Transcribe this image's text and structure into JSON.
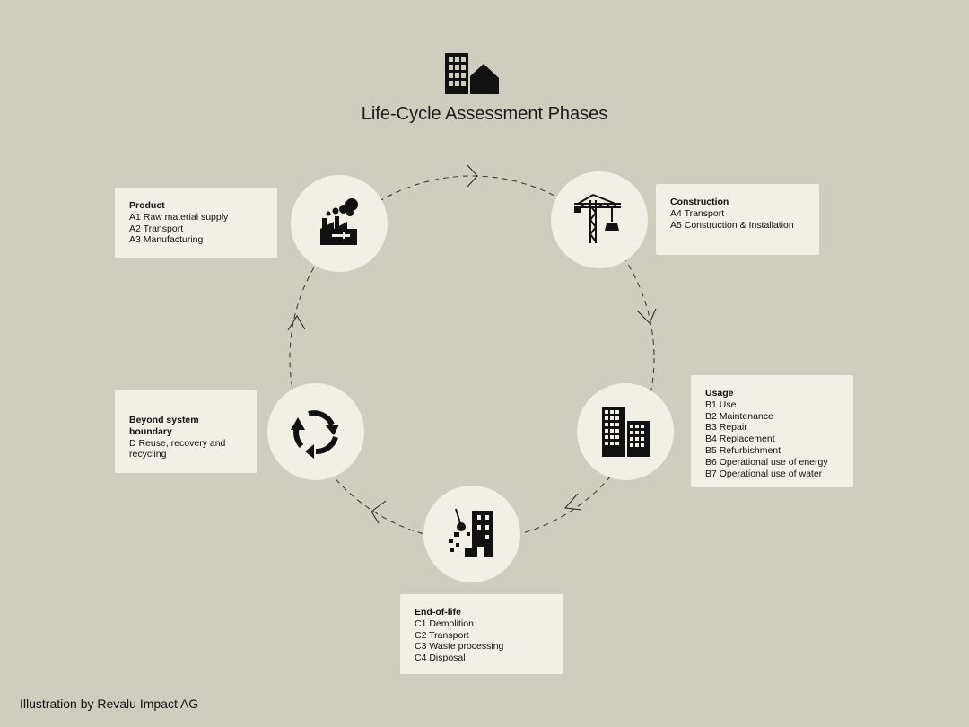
{
  "title": "Life-Cycle Assessment Phases",
  "credit": "Illustration by Revalu Impact AG",
  "phases": {
    "product": {
      "icon": "factory-icon",
      "heading": "Product",
      "lines": [
        "A1 Raw material supply",
        "A2 Transport",
        "A3 Manufacturing"
      ]
    },
    "construction": {
      "icon": "crane-icon",
      "heading": "Construction",
      "lines": [
        "A4 Transport",
        "A5 Construction & Installation"
      ]
    },
    "usage": {
      "icon": "buildings-icon",
      "heading": "Usage",
      "lines": [
        "B1 Use",
        "B2 Maintenance",
        "B3 Repair",
        "B4 Replacement",
        "B5 Refurbishment",
        "B6 Operational use of energy",
        "B7 Operational use of water"
      ]
    },
    "end_of_life": {
      "icon": "demolition-icon",
      "heading": "End-of-life",
      "lines": [
        "C1 Demolition",
        "C2 Transport",
        "C3 Waste processing",
        "C4 Disposal"
      ]
    },
    "beyond": {
      "icon": "recycle-icon",
      "heading": "Beyond system boundary",
      "lines": [
        "D Reuse, recovery and",
        "recycling"
      ]
    }
  },
  "colors": {
    "background": "#cecdc0",
    "card": "#f1efe6",
    "ink": "#111111"
  }
}
